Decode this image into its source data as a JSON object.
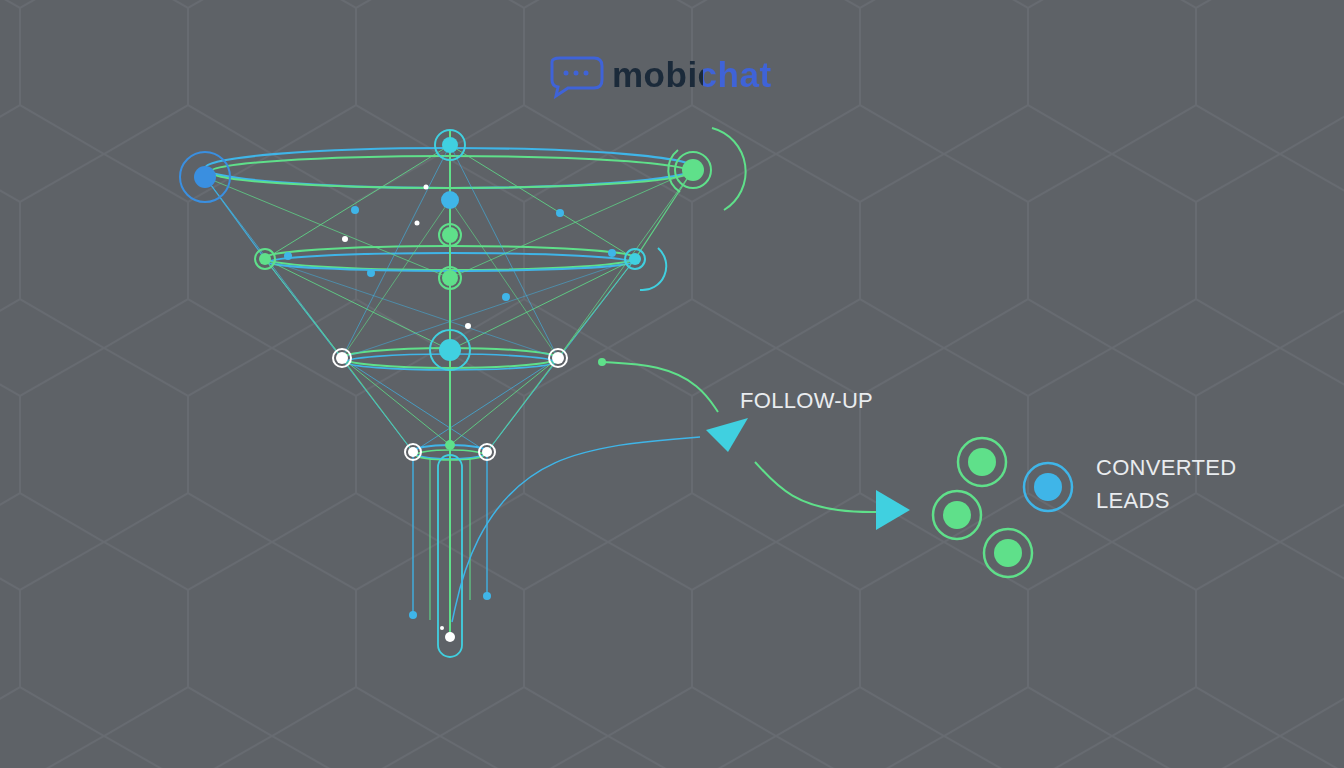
{
  "diagram": {
    "title": "mobichat",
    "labels": [
      "FOLLOW-UP",
      "CONVERTED LEADS"
    ]
  }
}
